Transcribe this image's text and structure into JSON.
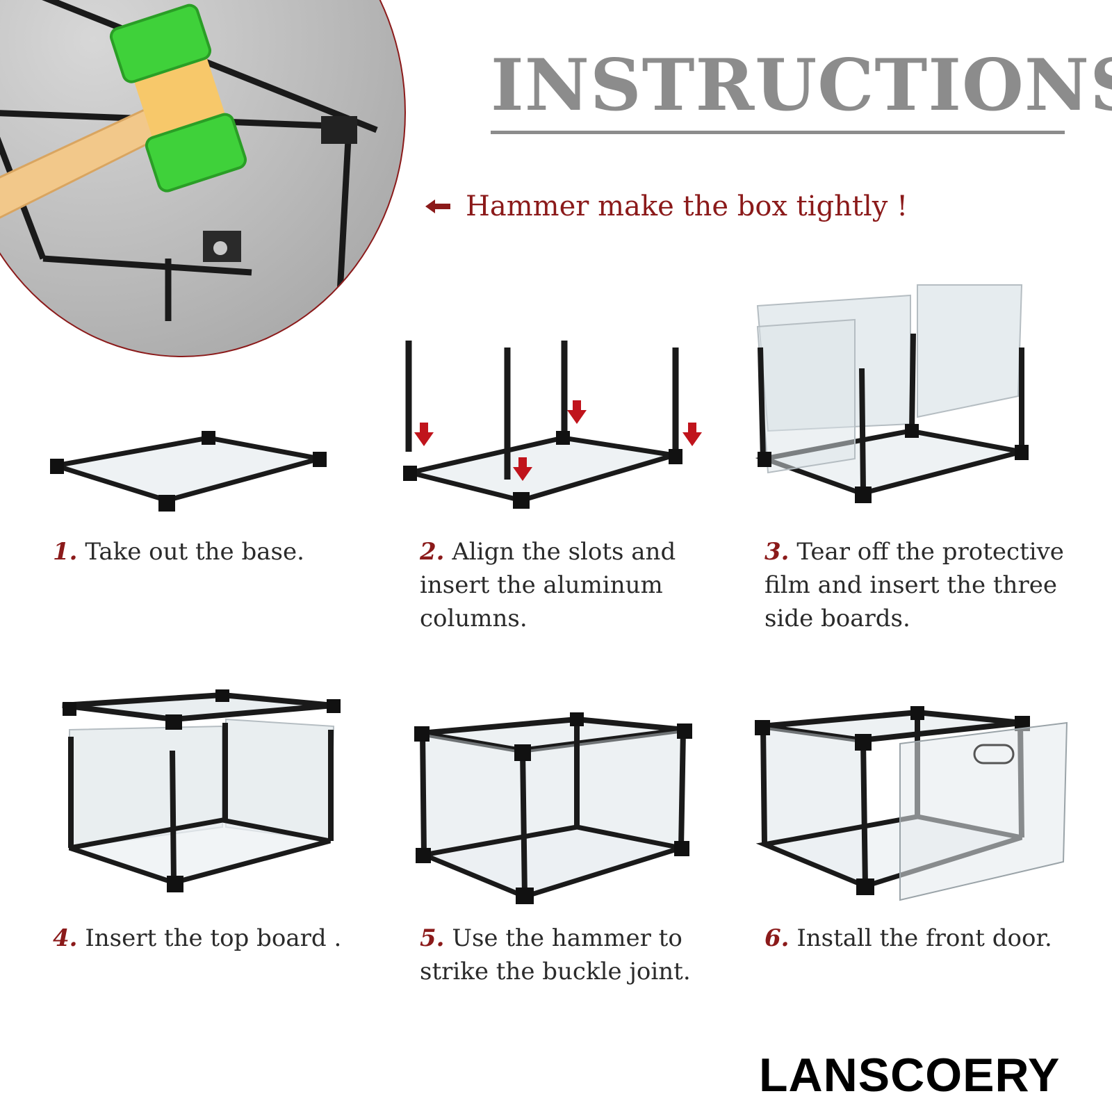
{
  "title": "INSTRUCTIONS",
  "hammer_note": "Hammer make the box tightly !",
  "steps": [
    {
      "number": "1.",
      "lines": [
        "Take out the base."
      ]
    },
    {
      "number": "2.",
      "lines": [
        "Align the slots and",
        "insert the aluminum",
        "columns."
      ]
    },
    {
      "number": "3.",
      "lines": [
        "Tear off the protective",
        "film and insert the three",
        "side boards."
      ]
    },
    {
      "number": "4.",
      "lines": [
        "Insert the top board ."
      ]
    },
    {
      "number": "5.",
      "lines": [
        "Use the hammer to",
        "strike the buckle joint."
      ]
    },
    {
      "number": "6.",
      "lines": [
        "Install the front door."
      ]
    }
  ],
  "brand": "LANSCOERY",
  "colors": {
    "accent": "#8b1a1a",
    "title_gray": "#8c8c8c",
    "frame": "#1a1a1a"
  },
  "icons": {
    "hammer_note": "arrow-left-icon"
  }
}
